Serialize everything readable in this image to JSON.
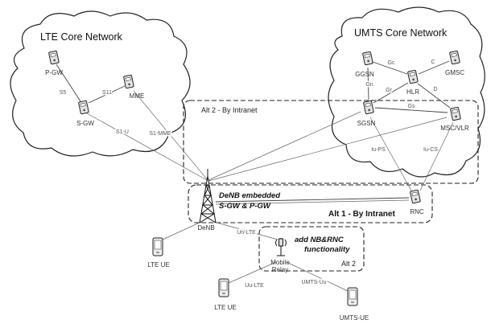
{
  "lte_core": {
    "title": "LTE Core Network",
    "nodes": {
      "pgw": "P-GW",
      "sgw": "S-GW",
      "mme": "MME"
    },
    "links": {
      "pgw_sgw": "S5",
      "sgw_mme": "S11",
      "sgw_denb": "S1-U",
      "mme_denb": "S1-MME"
    }
  },
  "umts_core": {
    "title": "UMTS Core Network",
    "nodes": {
      "ggsn": "GGSN",
      "hlr": "HLR",
      "gmsc": "GMSC",
      "sgsn": "SGSN",
      "msc_vlr": "MSC/VLR"
    },
    "links": {
      "ggsn_hlr": "Gc",
      "hlr_gmsc": "C",
      "ggsn_sgsn": "Gn",
      "hlr_sgsn": "Gr",
      "hlr_msc": "D",
      "sgsn_msc": "Gs",
      "sgsn_rnc": "Iu-PS",
      "msc_rnc": "Iu-CS"
    }
  },
  "alt2_intranet": {
    "label": "Alt 2 - By Intranet"
  },
  "alt1_intranet": {
    "label": "Alt 1 - By Intranet",
    "denb_note": [
      "DeNB embedded",
      "S-GW & P-GW"
    ]
  },
  "access": {
    "denb": "DeNB",
    "rnc": "RNC",
    "lte_ue_left": "LTE UE"
  },
  "alt2_relay": {
    "note": [
      "add NB&RNC",
      "functionality"
    ],
    "label": "Alt 2",
    "relay_label": [
      "Mobile",
      "Relay"
    ],
    "un_link": "Un-LTE",
    "lte_ue": "LTE UE",
    "lte_ue_link": "Uu-LTE",
    "umts_ue": "UMTS-UE",
    "umts_ue_link": "UMTS-Uu"
  }
}
